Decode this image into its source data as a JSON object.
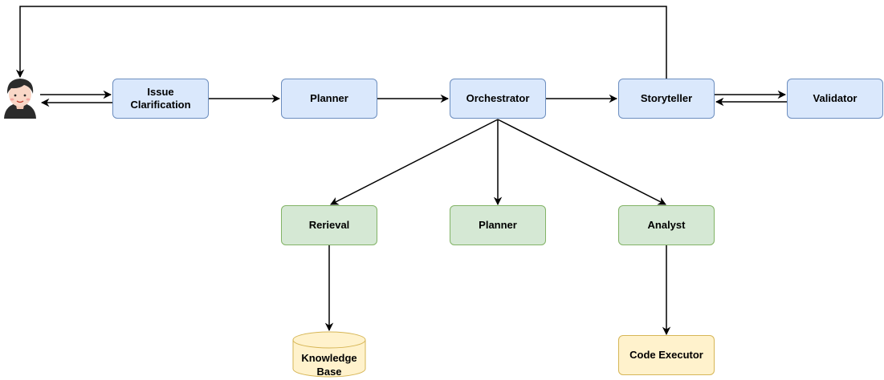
{
  "nodes": {
    "issue_clarification": "Issue\nClarification",
    "planner_top": "Planner",
    "orchestrator": "Orchestrator",
    "storyteller": "Storyteller",
    "validator": "Validator",
    "retrieval": "Rerieval",
    "planner_mid": "Planner",
    "analyst": "Analyst",
    "knowledge_base": "Knowledge\nBase",
    "code_executor": "Code Executor"
  },
  "colors": {
    "blue_fill": "#dae8fc",
    "blue_stroke": "#6c8ebf",
    "green_fill": "#d5e8d4",
    "green_stroke": "#82b366",
    "yellow_fill": "#fff2cc",
    "yellow_stroke": "#d6b656",
    "edge": "#000000"
  },
  "icons": {
    "user": "user-avatar-icon"
  }
}
